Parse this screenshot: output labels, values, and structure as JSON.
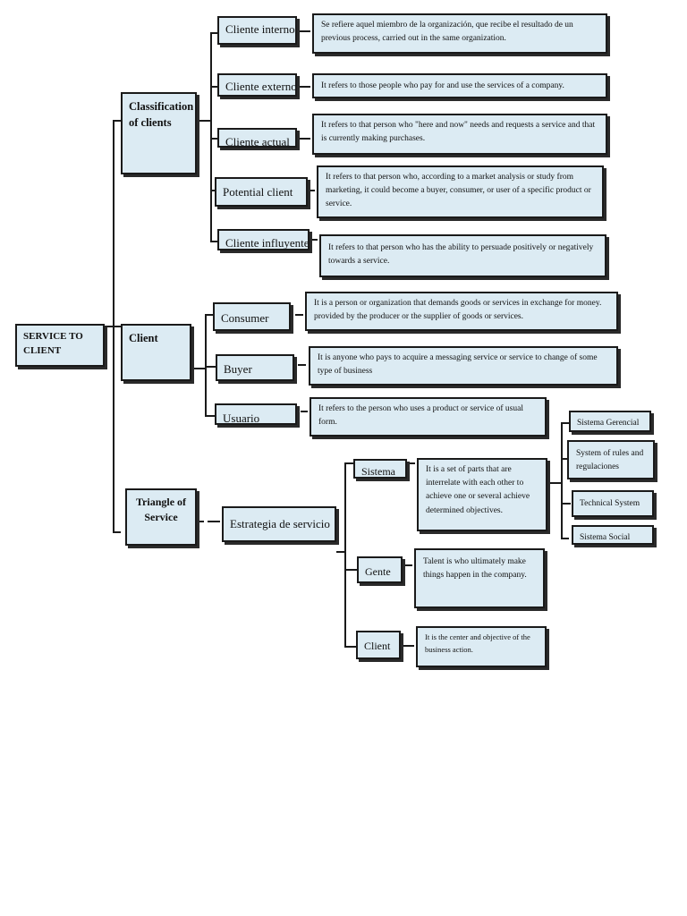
{
  "root": {
    "label": "SERVICE TO CLIENT"
  },
  "classification": {
    "label": "Classification of clients",
    "items": [
      {
        "label": "Cliente interno",
        "desc": "Se refiere aquel miembro de la organización, que recibe el resultado de un previous process, carried out in the same organization."
      },
      {
        "label": "Cliente externo",
        "desc": "It refers to those people who pay for and use the services of a company."
      },
      {
        "label": "Cliente actual",
        "desc": "It refers to that person who \"here and now\" needs and requests a service and that is currently making purchases."
      },
      {
        "label": "Potential  client",
        "desc": "It refers to that person who, according to a market analysis or study from marketing, it could become a buyer, consumer, or user of a specific product or service."
      },
      {
        "label": "Cliente influyente",
        "desc": "It refers to that person who has the ability to persuade positively or negatively towards a service."
      }
    ]
  },
  "client": {
    "label": "Client",
    "items": [
      {
        "label": "Consumer",
        "desc": "It is a person or organization that demands goods or services in exchange for money. provided by the producer or the supplier of goods or services."
      },
      {
        "label": "Buyer",
        "desc": "It is anyone who pays to acquire a messaging service or service to change of some type of business"
      },
      {
        "label": "Usuario",
        "desc": "It refers to the person who uses a product or service of usual form."
      }
    ]
  },
  "triangle": {
    "label": "Triangle of Service",
    "strategy": "Estrategia de servicio",
    "sistema": {
      "label": "Sistema",
      "desc": "It is a set of parts that are interrelate with each other to achieve one or several achieve determined objectives.",
      "subsystems": [
        "Sistema Gerencial",
        "System of rules and regulaciones",
        "Technical System",
        "Sistema Social"
      ]
    },
    "gente": {
      "label": "Gente",
      "desc": "Talent is who ultimately make things happen in the company."
    },
    "client": {
      "label": "Client",
      "desc": "It is the center and objective of the business action."
    }
  }
}
